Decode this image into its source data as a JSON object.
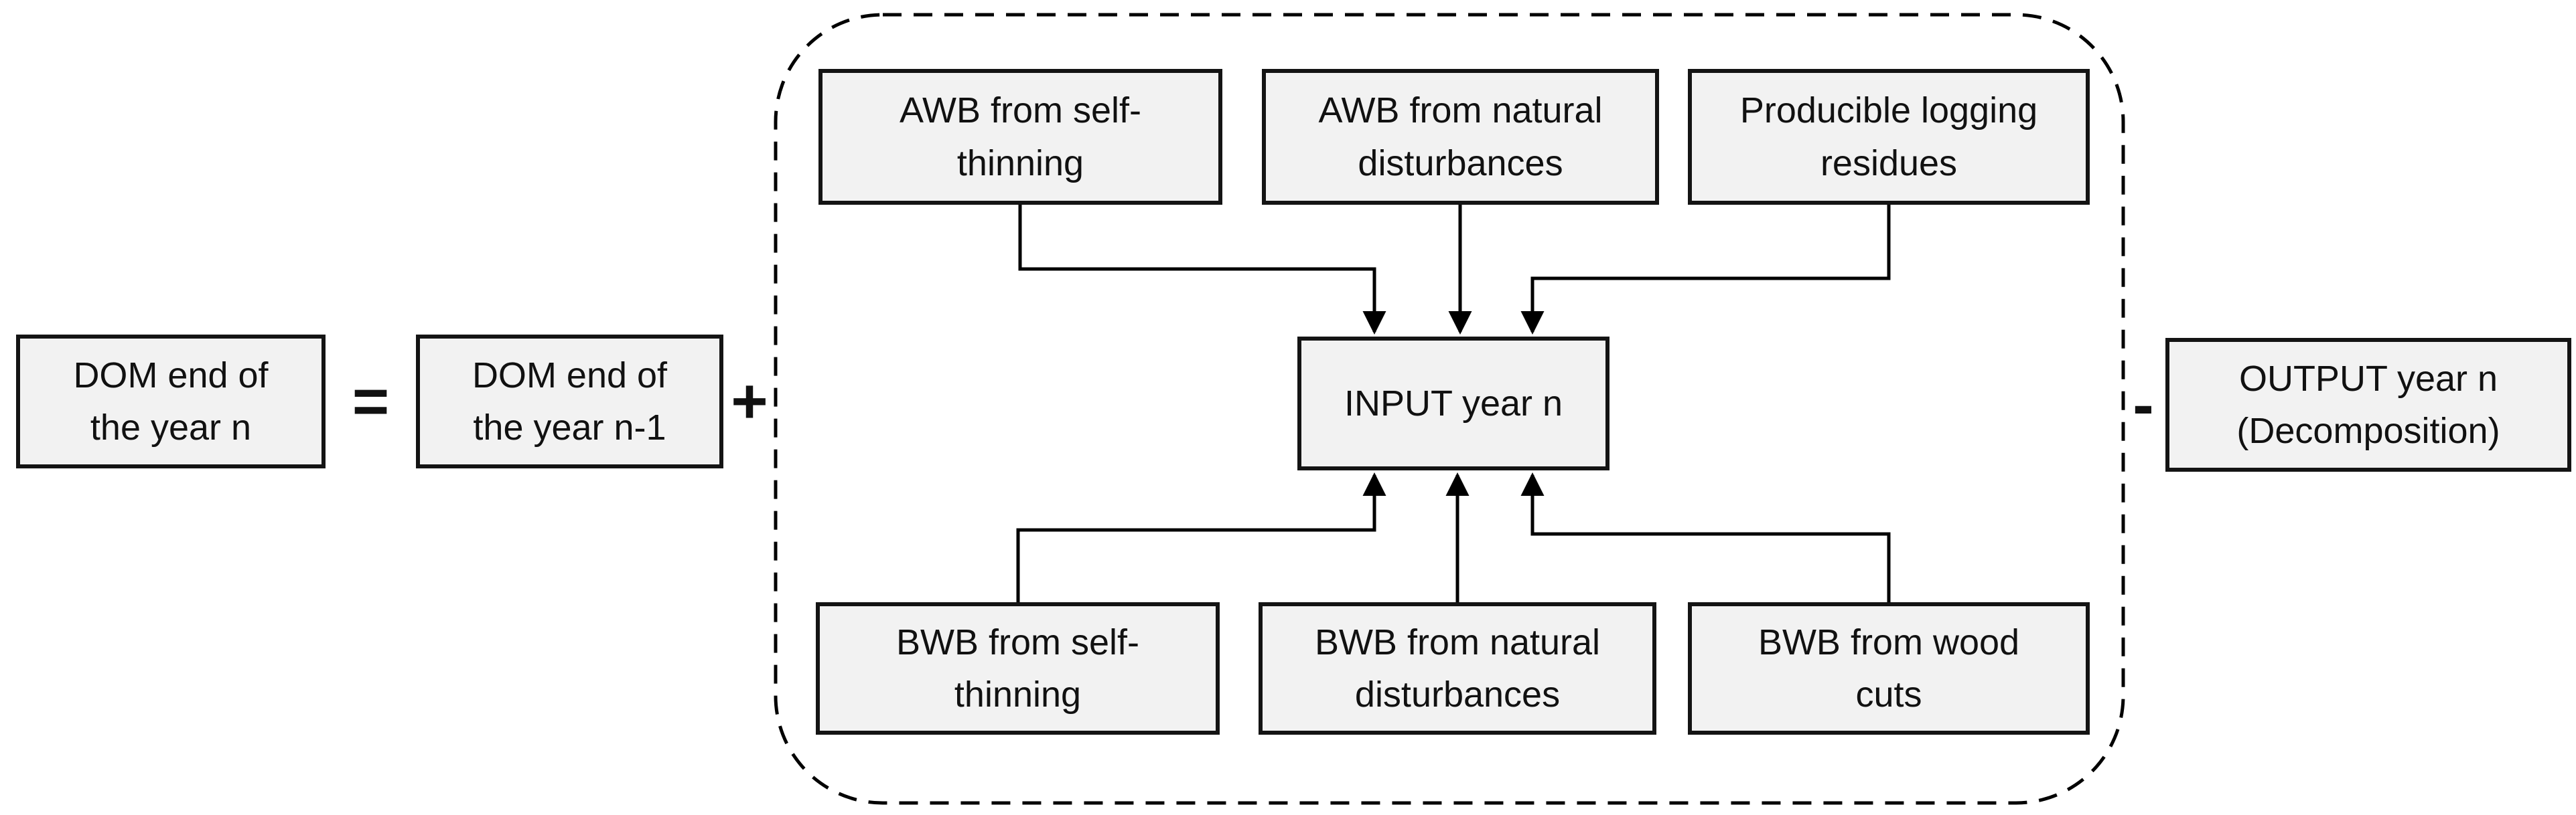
{
  "colors": {
    "background": "#ffffff",
    "box_fill": "#f2f2f2",
    "box_border": "#141414",
    "line": "#000000",
    "text": "#111111"
  },
  "boxes": {
    "dom_end_n": "DOM end of\nthe year n",
    "dom_end_n_minus_1": "DOM end of\nthe year n-1",
    "awb_self_thinning": "AWB from self-\nthinning",
    "awb_natural_disturbances": "AWB from natural\ndisturbances",
    "producible_logging_residues": "Producible logging\nresidues",
    "input_year_n": "INPUT year n",
    "bwb_self_thinning": "BWB from self-\nthinning",
    "bwb_natural_disturbances": "BWB from natural\ndisturbances",
    "bwb_wood_cuts": "BWB from wood\ncuts",
    "output_year_n": "OUTPUT year n\n(Decomposition)"
  },
  "operators": {
    "equals": "=",
    "plus": "+",
    "minus": "-"
  }
}
